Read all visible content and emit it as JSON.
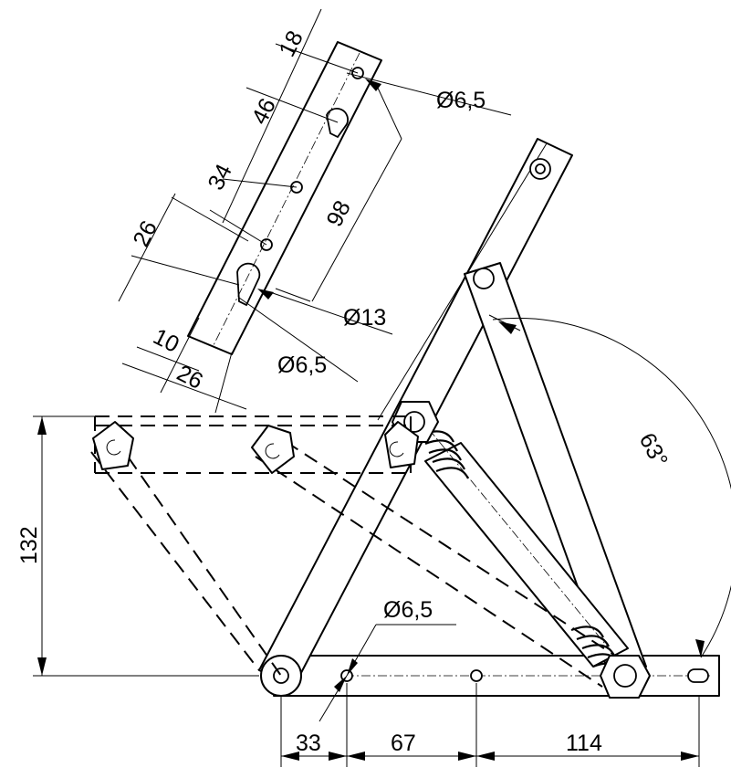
{
  "dimensions": {
    "top_18": "18",
    "top_46": "46",
    "top_34": "34",
    "top_98": "98",
    "top_26": "26",
    "top_10": "10",
    "top_26b": "26",
    "dia_65_top": "Ø6,5",
    "dia_13": "Ø13",
    "dia_65_mid": "Ø6,5",
    "height_132": "132",
    "angle_63": "63°",
    "dia_65_bottom": "Ø6,5",
    "bottom_33": "33",
    "bottom_67": "67",
    "bottom_114": "114"
  }
}
